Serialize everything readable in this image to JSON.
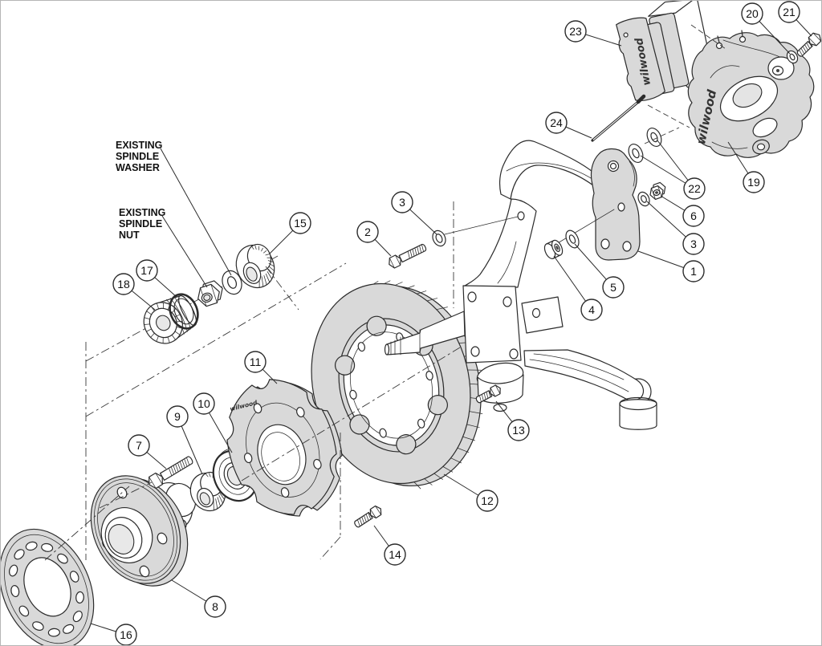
{
  "colors": {
    "background": "#ffffff",
    "line": "#2b2b2b",
    "part_fill": "#d9d9d9",
    "border": "#b5b5b5"
  },
  "brand": {
    "caliper_logo": "wilwood",
    "pad_logo": "wilwood",
    "hat_stamp": "wilwood"
  },
  "labels": [
    {
      "id": "existing-spindle-washer",
      "lines": [
        "EXISTING",
        "SPINDLE",
        "WASHER"
      ]
    },
    {
      "id": "existing-spindle-nut",
      "lines": [
        "EXISTING",
        "SPINDLE",
        "NUT"
      ]
    }
  ],
  "callouts": [
    {
      "num": "1"
    },
    {
      "num": "2"
    },
    {
      "num": "3"
    },
    {
      "num": "3"
    },
    {
      "num": "4"
    },
    {
      "num": "5"
    },
    {
      "num": "6"
    },
    {
      "num": "7"
    },
    {
      "num": "8"
    },
    {
      "num": "9"
    },
    {
      "num": "10"
    },
    {
      "num": "11"
    },
    {
      "num": "12"
    },
    {
      "num": "13"
    },
    {
      "num": "14"
    },
    {
      "num": "15"
    },
    {
      "num": "16"
    },
    {
      "num": "17"
    },
    {
      "num": "18"
    },
    {
      "num": "19"
    },
    {
      "num": "20"
    },
    {
      "num": "21"
    },
    {
      "num": "22"
    },
    {
      "num": "23"
    },
    {
      "num": "24"
    }
  ]
}
